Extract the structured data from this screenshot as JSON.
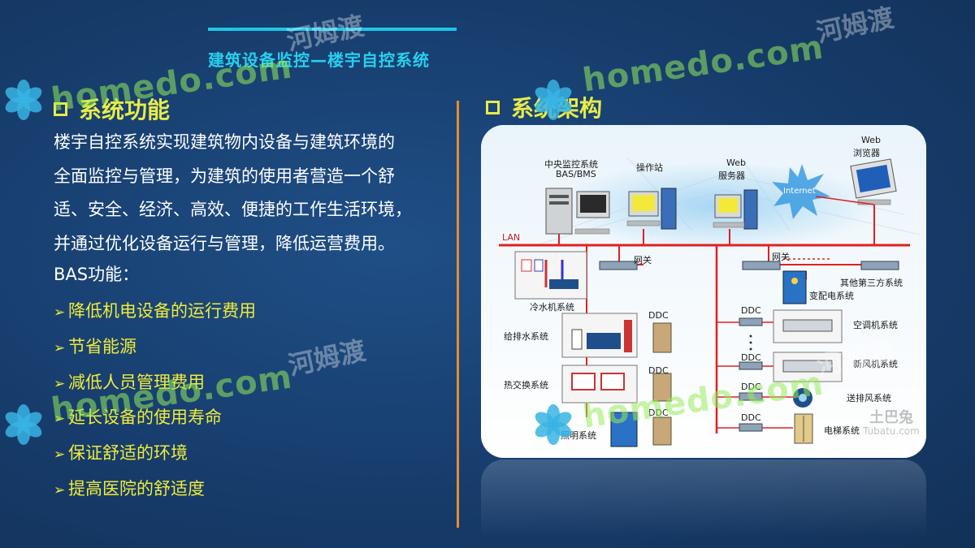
{
  "slide": {
    "title": "建筑设备监控—楼宇自控系统"
  },
  "left": {
    "heading": "系统功能",
    "intro_lines": [
      "楼宇自控系统实现建筑物内设备与建筑环境的",
      "全面监控与管理，为建筑的使用者营造一个舒",
      "适、安全、经济、高效、便捷的工作生活环境，",
      "并通过优化设备运行与管理，降低运营费用。"
    ],
    "bas_label": "BAS功能：",
    "bullet_marker": "➢",
    "bullets": [
      "降低机电设备的运行费用",
      "节省能源",
      "减低人员管理费用",
      "延长设备的使用寿命",
      "保证舒适的环境",
      "提高医院的舒适度"
    ]
  },
  "right": {
    "heading": "系统架构",
    "diagram": {
      "labels": {
        "bas": "中央监控系统",
        "bas2": "BAS/BMS",
        "op": "操作站",
        "web_server1": "Web",
        "web_server2": "服务器",
        "internet": "Internet",
        "browser1": "Web",
        "browser2": "浏览器",
        "lan": "LAN",
        "gateway_left": "网关",
        "gateway_right": "网关",
        "third_party": "其他第三方系统",
        "chiller": "冷水机系统",
        "substation": "变配电系统",
        "water": "给排水系统",
        "ahu": "空调机系统",
        "fresh_air": "新风机系统",
        "heat": "热交换系统",
        "fan": "送排风系统",
        "lighting": "照明系统",
        "elevator": "电梯系统",
        "ddc": "DDC"
      },
      "lan_color": "#e02020"
    }
  },
  "watermarks": {
    "brand": "homedo.com",
    "cn": "河姆渡",
    "stamp": "土巴兔",
    "stamp_url": "Tubatu.com"
  },
  "colors": {
    "accent_title": "#25d0ee",
    "heading": "#e8ec48",
    "bullet": "#f0ec3a",
    "divider": "#e88a2e"
  }
}
